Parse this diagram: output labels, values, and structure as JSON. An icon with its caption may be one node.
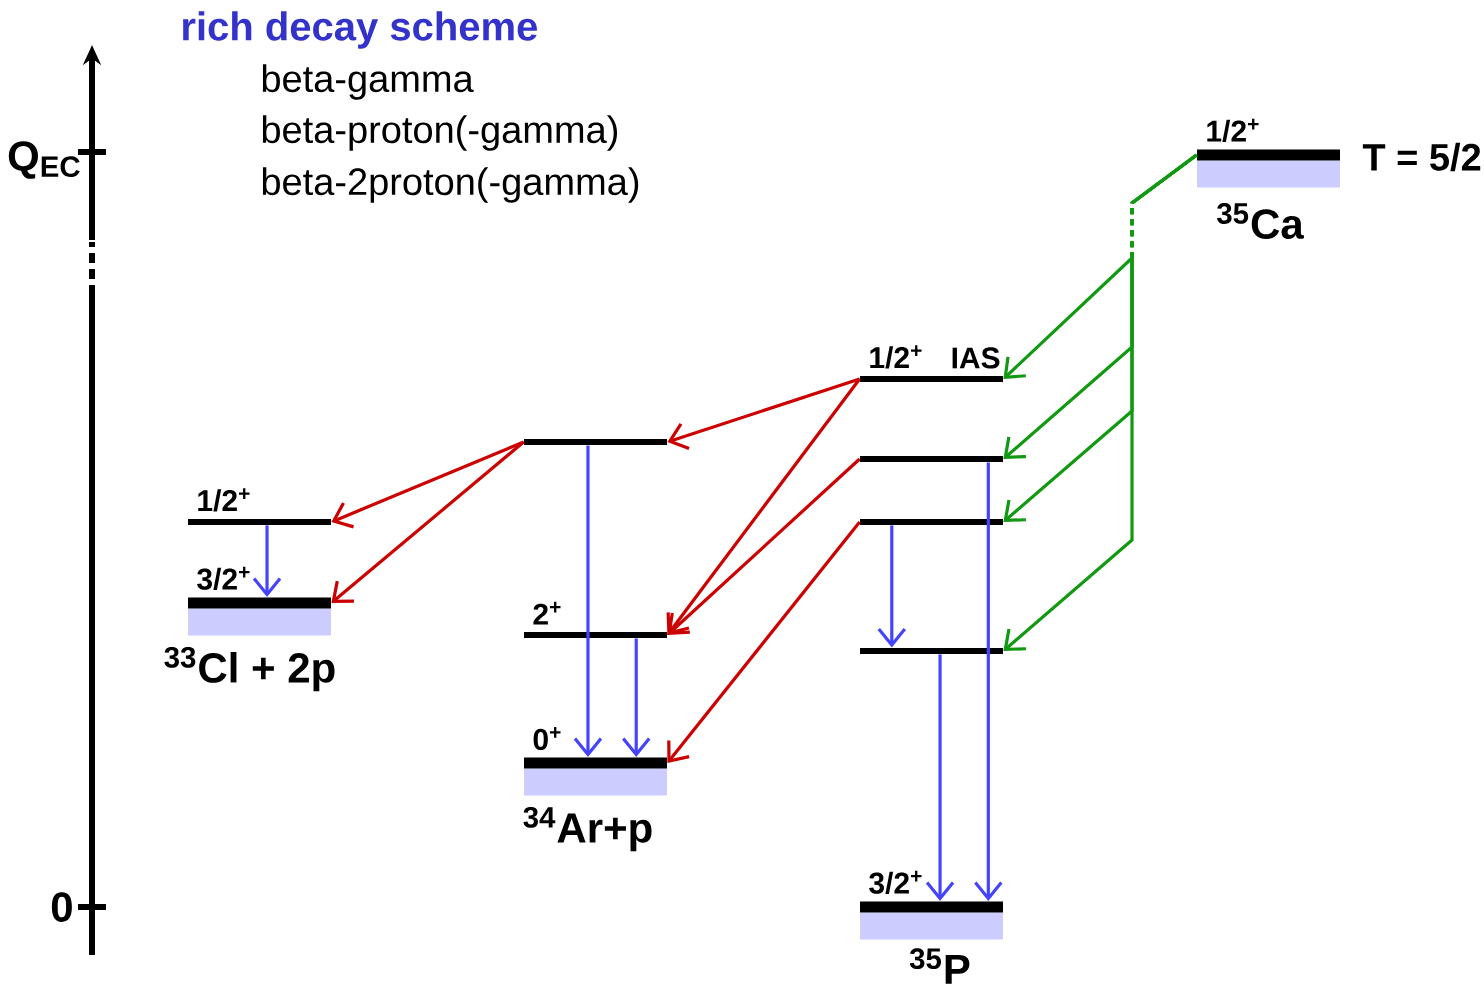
{
  "diagram": {
    "title": "rich decay scheme",
    "nodes": [
      {
        "text": [
          "1/2$^{+}$"
        ],
        "beside": [
          "T = 5/2",
          "$^{35}$Ca"
        ]
      },
      {
        "text": [
          "1/2$^{+}$",
          "IAS"
        ]
      },
      {
        "text": [],
        "shape": "bar"
      },
      {
        "text": [],
        "shape": "bar"
      },
      {
        "text": [],
        "shape": "bar"
      },
      {
        "text": [
          "3/2$^{+}$"
        ],
        "beside": [
          "$^{35}$P"
        ]
      },
      {
        "text": [],
        "shape": "bar"
      },
      {
        "text": [
          "2$^{+}$"
        ]
      },
      {
        "text": [
          "0$^{+}$"
        ],
        "beside": [
          "$^{34}$Ar+p"
        ]
      },
      {
        "text": [
          "1/2$^{+}$"
        ]
      },
      {
        "text": [
          "3/2$^{+}$"
        ],
        "beside": [
          "$^{33}$Cl + 2p"
        ]
      }
    ],
    "edges": [
      {
        "from": 0,
        "to": 1,
        "arrow": "to",
        "style": "dashed",
        "color": "#119911"
      },
      {
        "from": 0,
        "to": 2,
        "arrow": "to",
        "style": "dashed",
        "color": "#119911"
      },
      {
        "from": 0,
        "to": 3,
        "arrow": "to",
        "style": "dashed",
        "color": "#119911"
      },
      {
        "from": 0,
        "to": 4,
        "arrow": "to",
        "style": "dashed",
        "color": "#119911"
      },
      {
        "from": 1,
        "to": 6,
        "arrow": "to",
        "color": "#cc0000"
      },
      {
        "from": 1,
        "to": 7,
        "arrow": "to",
        "color": "#cc0000"
      },
      {
        "from": 2,
        "to": 7,
        "arrow": "to",
        "color": "#cc0000"
      },
      {
        "from": 3,
        "to": 8,
        "arrow": "to",
        "color": "#cc0000"
      },
      {
        "from": 6,
        "to": 9,
        "arrow": "to",
        "color": "#cc0000"
      },
      {
        "from": 6,
        "to": 10,
        "arrow": "to",
        "color": "#cc0000"
      },
      {
        "from": 6,
        "to": 8,
        "arrow": "to",
        "color": "#4444ff"
      },
      {
        "from": 7,
        "to": 8,
        "arrow": "to",
        "color": "#4444ff"
      },
      {
        "from": 9,
        "to": 10,
        "arrow": "to",
        "color": "#4444ff"
      },
      {
        "from": 3,
        "to": 4,
        "arrow": "to",
        "color": "#4444ff"
      },
      {
        "from": 4,
        "to": 5,
        "arrow": "to",
        "color": "#4444ff"
      },
      {
        "from": 2,
        "to": 5,
        "arrow": "to",
        "color": "#4444ff"
      }
    ],
    "labels": [
      "beta-gamma",
      "beta-proton(-gamma)",
      "Q$_{EC}$",
      "beta-2proton(-gamma)",
      "0"
    ]
  }
}
